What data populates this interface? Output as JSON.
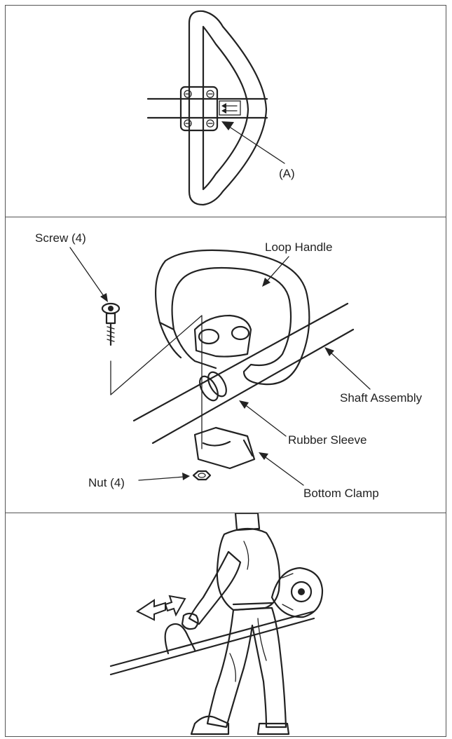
{
  "panel1": {
    "label_a": "(A)"
  },
  "panel2": {
    "label_screw": "Screw (4)",
    "label_loop_handle": "Loop Handle",
    "label_shaft_assembly": "Shaft Assembly",
    "label_rubber_sleeve": "Rubber Sleeve",
    "label_nut": "Nut (4)",
    "label_bottom_clamp": "Bottom Clamp"
  }
}
